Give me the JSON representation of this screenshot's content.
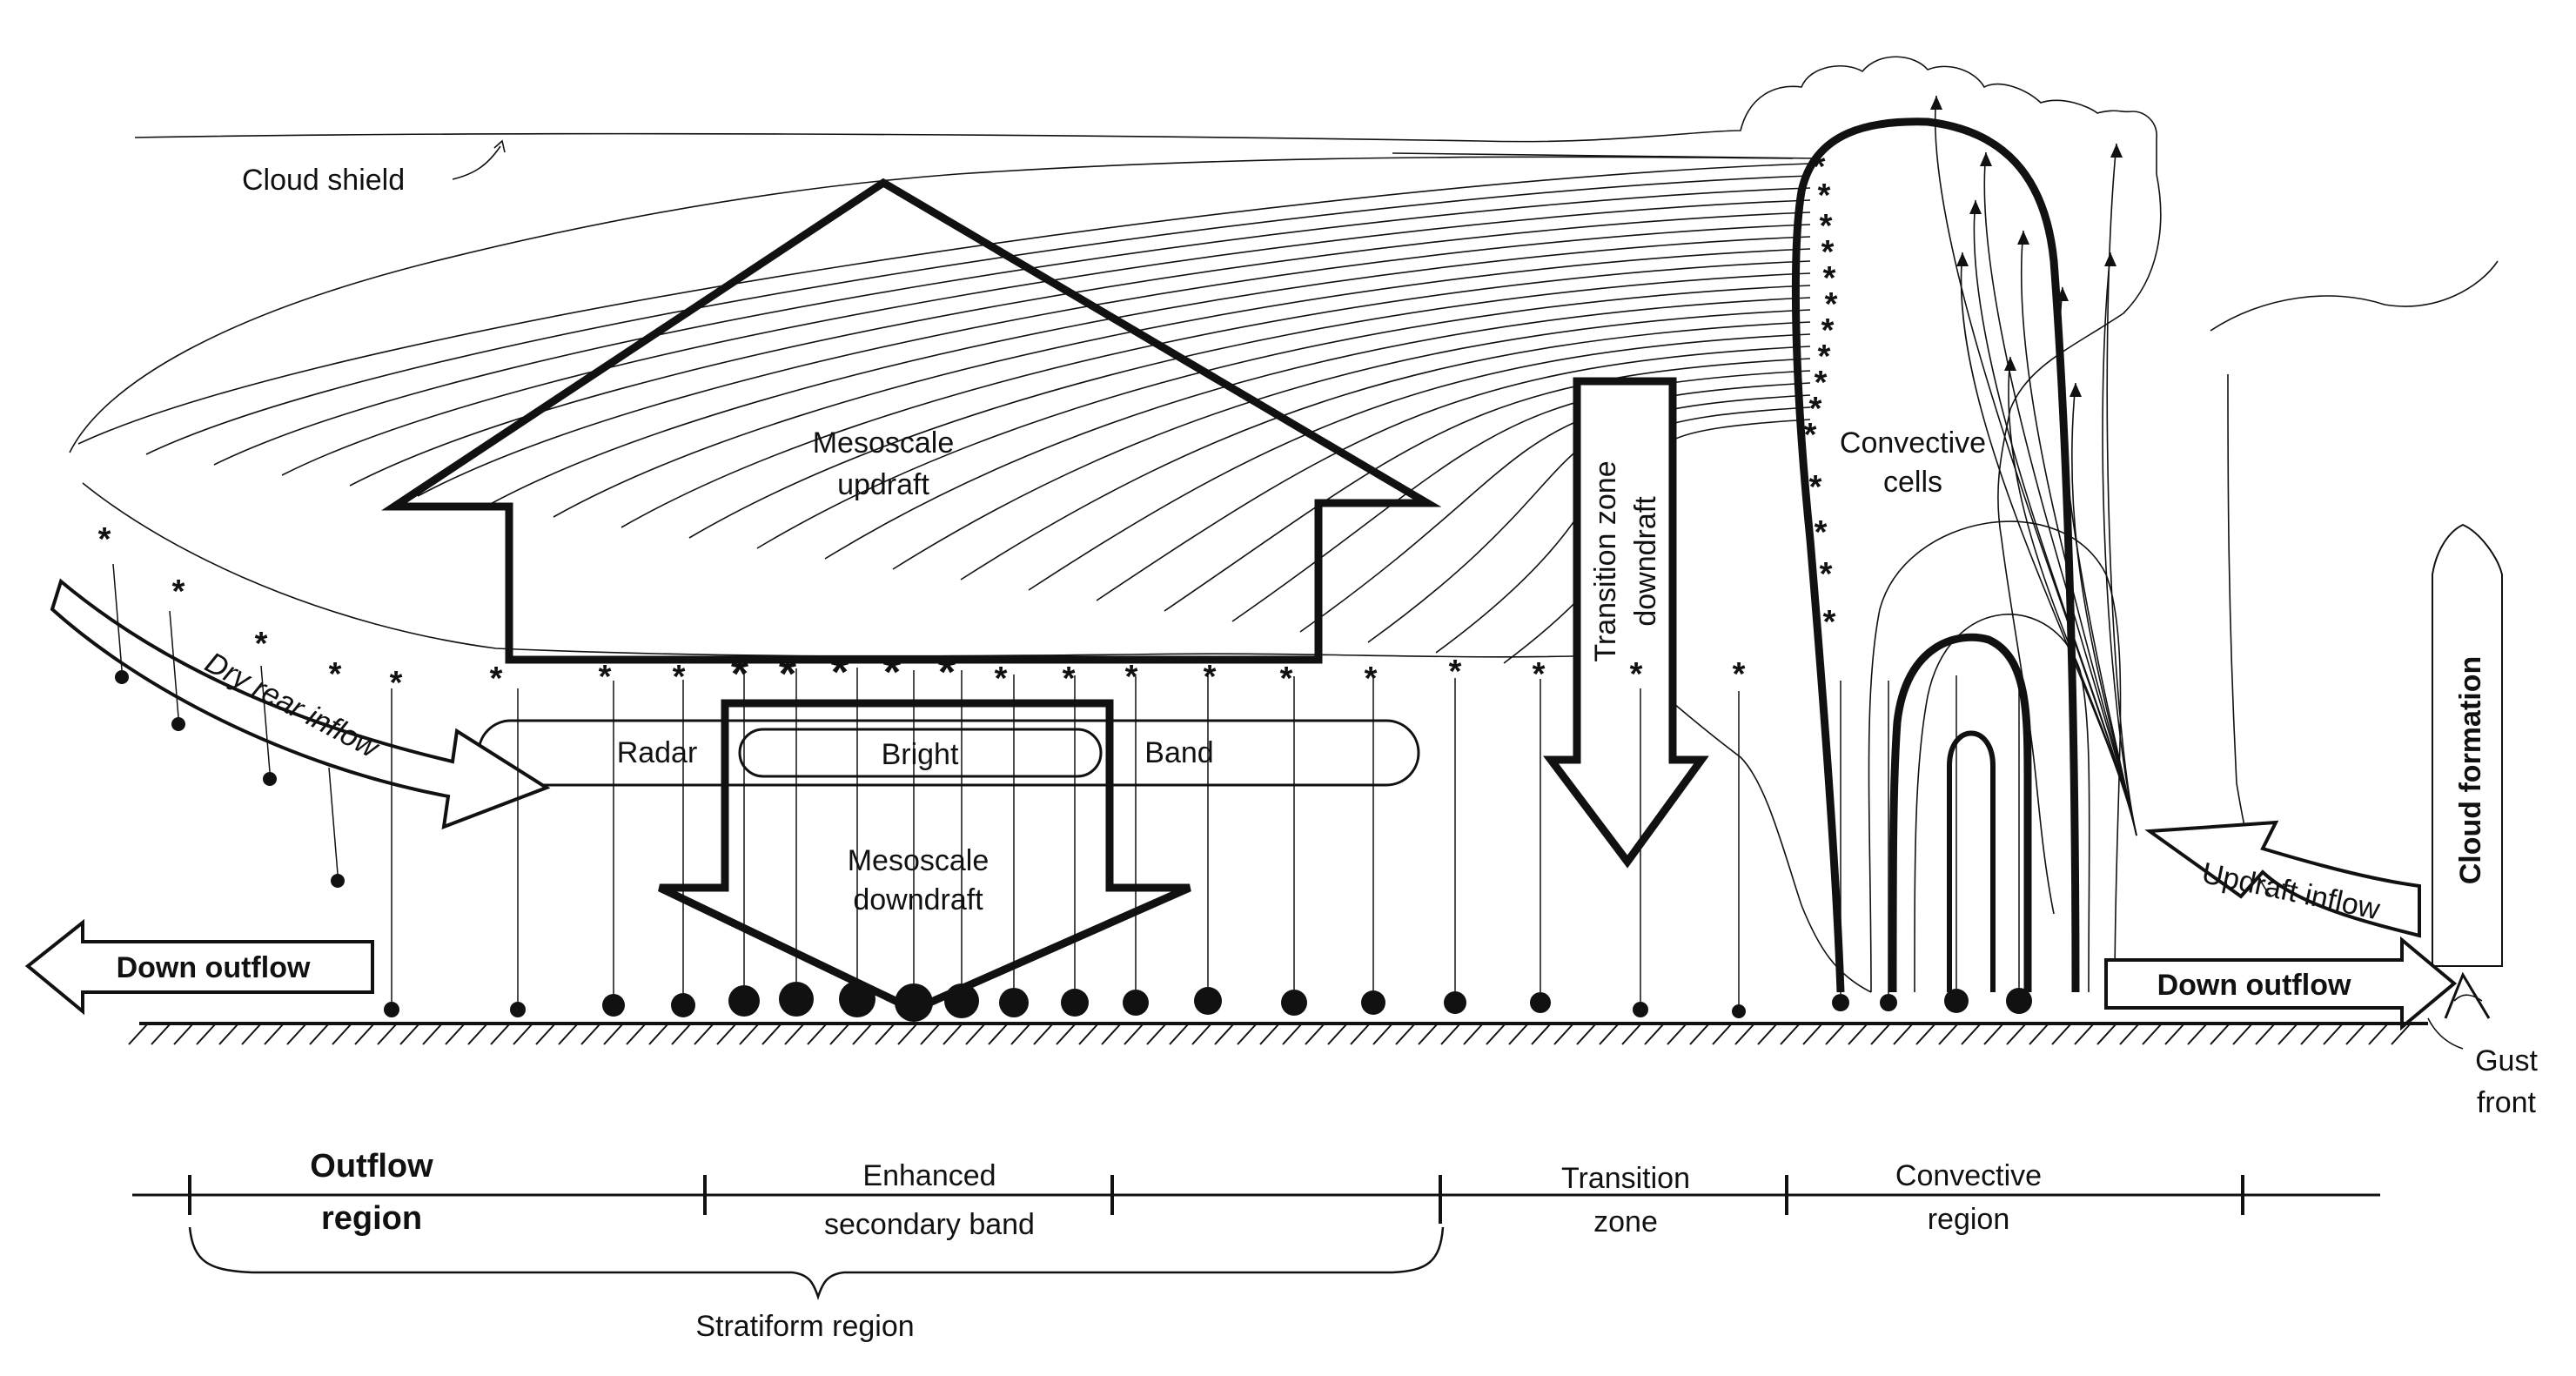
{
  "labels": {
    "cloud_shield": "Cloud shield",
    "mesoscale_updraft_1": "Mesoscale",
    "mesoscale_updraft_2": "updraft",
    "transition_downdraft_1": "Transition zone",
    "transition_downdraft_2": "downdraft",
    "convective_cells_1": "Convective",
    "convective_cells_2": "cells",
    "dry_rear_inflow": "Dry rear inflow",
    "radar": "Radar",
    "bright": "Bright",
    "band": "Band",
    "mesoscale_downdraft_1": "Mesoscale",
    "mesoscale_downdraft_2": "downdraft",
    "down_outflow_left": "Down outflow",
    "down_outflow_right": "Down outflow",
    "updraft_inflow": "Updraft inflow",
    "cloud_formation": "Cloud formation",
    "gust_front_1": "Gust",
    "gust_front_2": "front"
  },
  "regions": {
    "outflow_1": "Outflow",
    "outflow_2": "region",
    "enhanced_1": "Enhanced",
    "enhanced_2": "secondary band",
    "transition_1": "Transition",
    "transition_2": "zone",
    "convective_1": "Convective",
    "convective_2": "region",
    "stratiform": "Stratiform region"
  }
}
